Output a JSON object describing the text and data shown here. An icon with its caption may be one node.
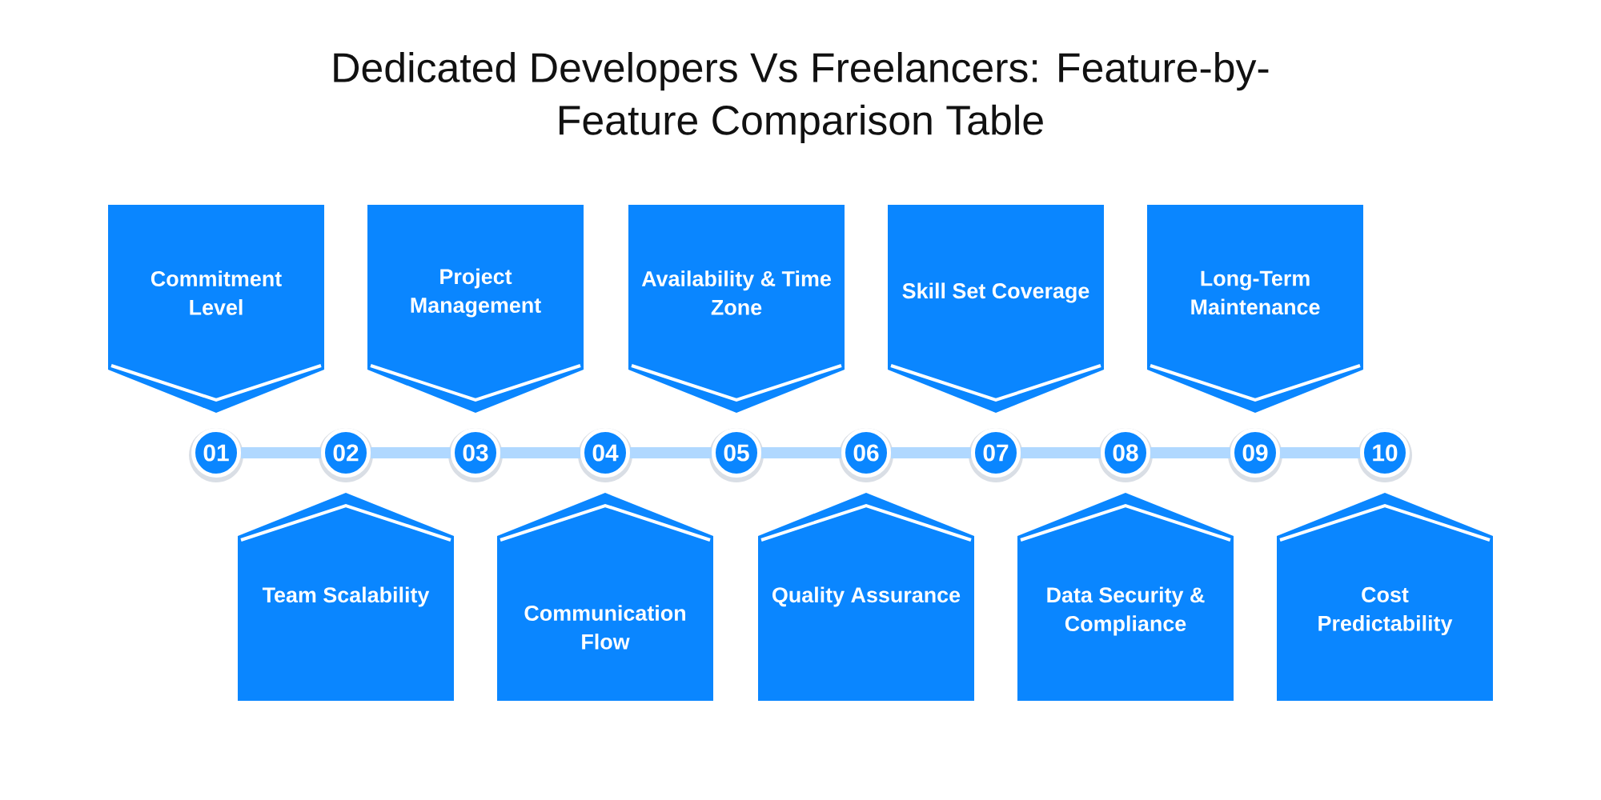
{
  "diagram": {
    "title": "Dedicated Developers Vs Freelancers: Feature-by-Feature Comparison Table",
    "nodes": [
      {
        "text": [
          "Commitment Level"
        ]
      },
      {
        "text": [
          "Project Management"
        ]
      },
      {
        "text": [
          "Availability & Time Zone"
        ]
      },
      {
        "text": [
          "Skill Set Coverage"
        ]
      },
      {
        "text": [
          "Long-Term Maintenance"
        ]
      },
      {
        "text": [
          "01"
        ]
      },
      {
        "text": [
          "02"
        ]
      },
      {
        "text": [
          "03"
        ]
      },
      {
        "text": [
          "04"
        ]
      },
      {
        "text": [
          "05"
        ]
      },
      {
        "text": [
          "06"
        ]
      },
      {
        "text": [
          "07"
        ]
      },
      {
        "text": [
          "08"
        ]
      },
      {
        "text": [
          "09"
        ]
      },
      {
        "text": [
          "10"
        ]
      },
      {
        "text": [
          "Team Scalability"
        ]
      },
      {
        "text": [
          "Communication Flow"
        ]
      },
      {
        "text": [
          "Quality Assurance"
        ]
      },
      {
        "text": [
          "Data Security & Compliance"
        ]
      },
      {
        "text": [
          "Cost Predictability"
        ]
      }
    ],
    "edges": [
      {
        "from": 5,
        "to": 6,
        "arrow": "none"
      },
      {
        "from": 6,
        "to": 7,
        "arrow": "none"
      },
      {
        "from": 7,
        "to": 8,
        "arrow": "none"
      },
      {
        "from": 8,
        "to": 9,
        "arrow": "none"
      },
      {
        "from": 9,
        "to": 10,
        "arrow": "none"
      },
      {
        "from": 10,
        "to": 11,
        "arrow": "none"
      },
      {
        "from": 11,
        "to": 12,
        "arrow": "none"
      },
      {
        "from": 12,
        "to": 13,
        "arrow": "none"
      },
      {
        "from": 13,
        "to": 14,
        "arrow": "none"
      }
    ]
  }
}
